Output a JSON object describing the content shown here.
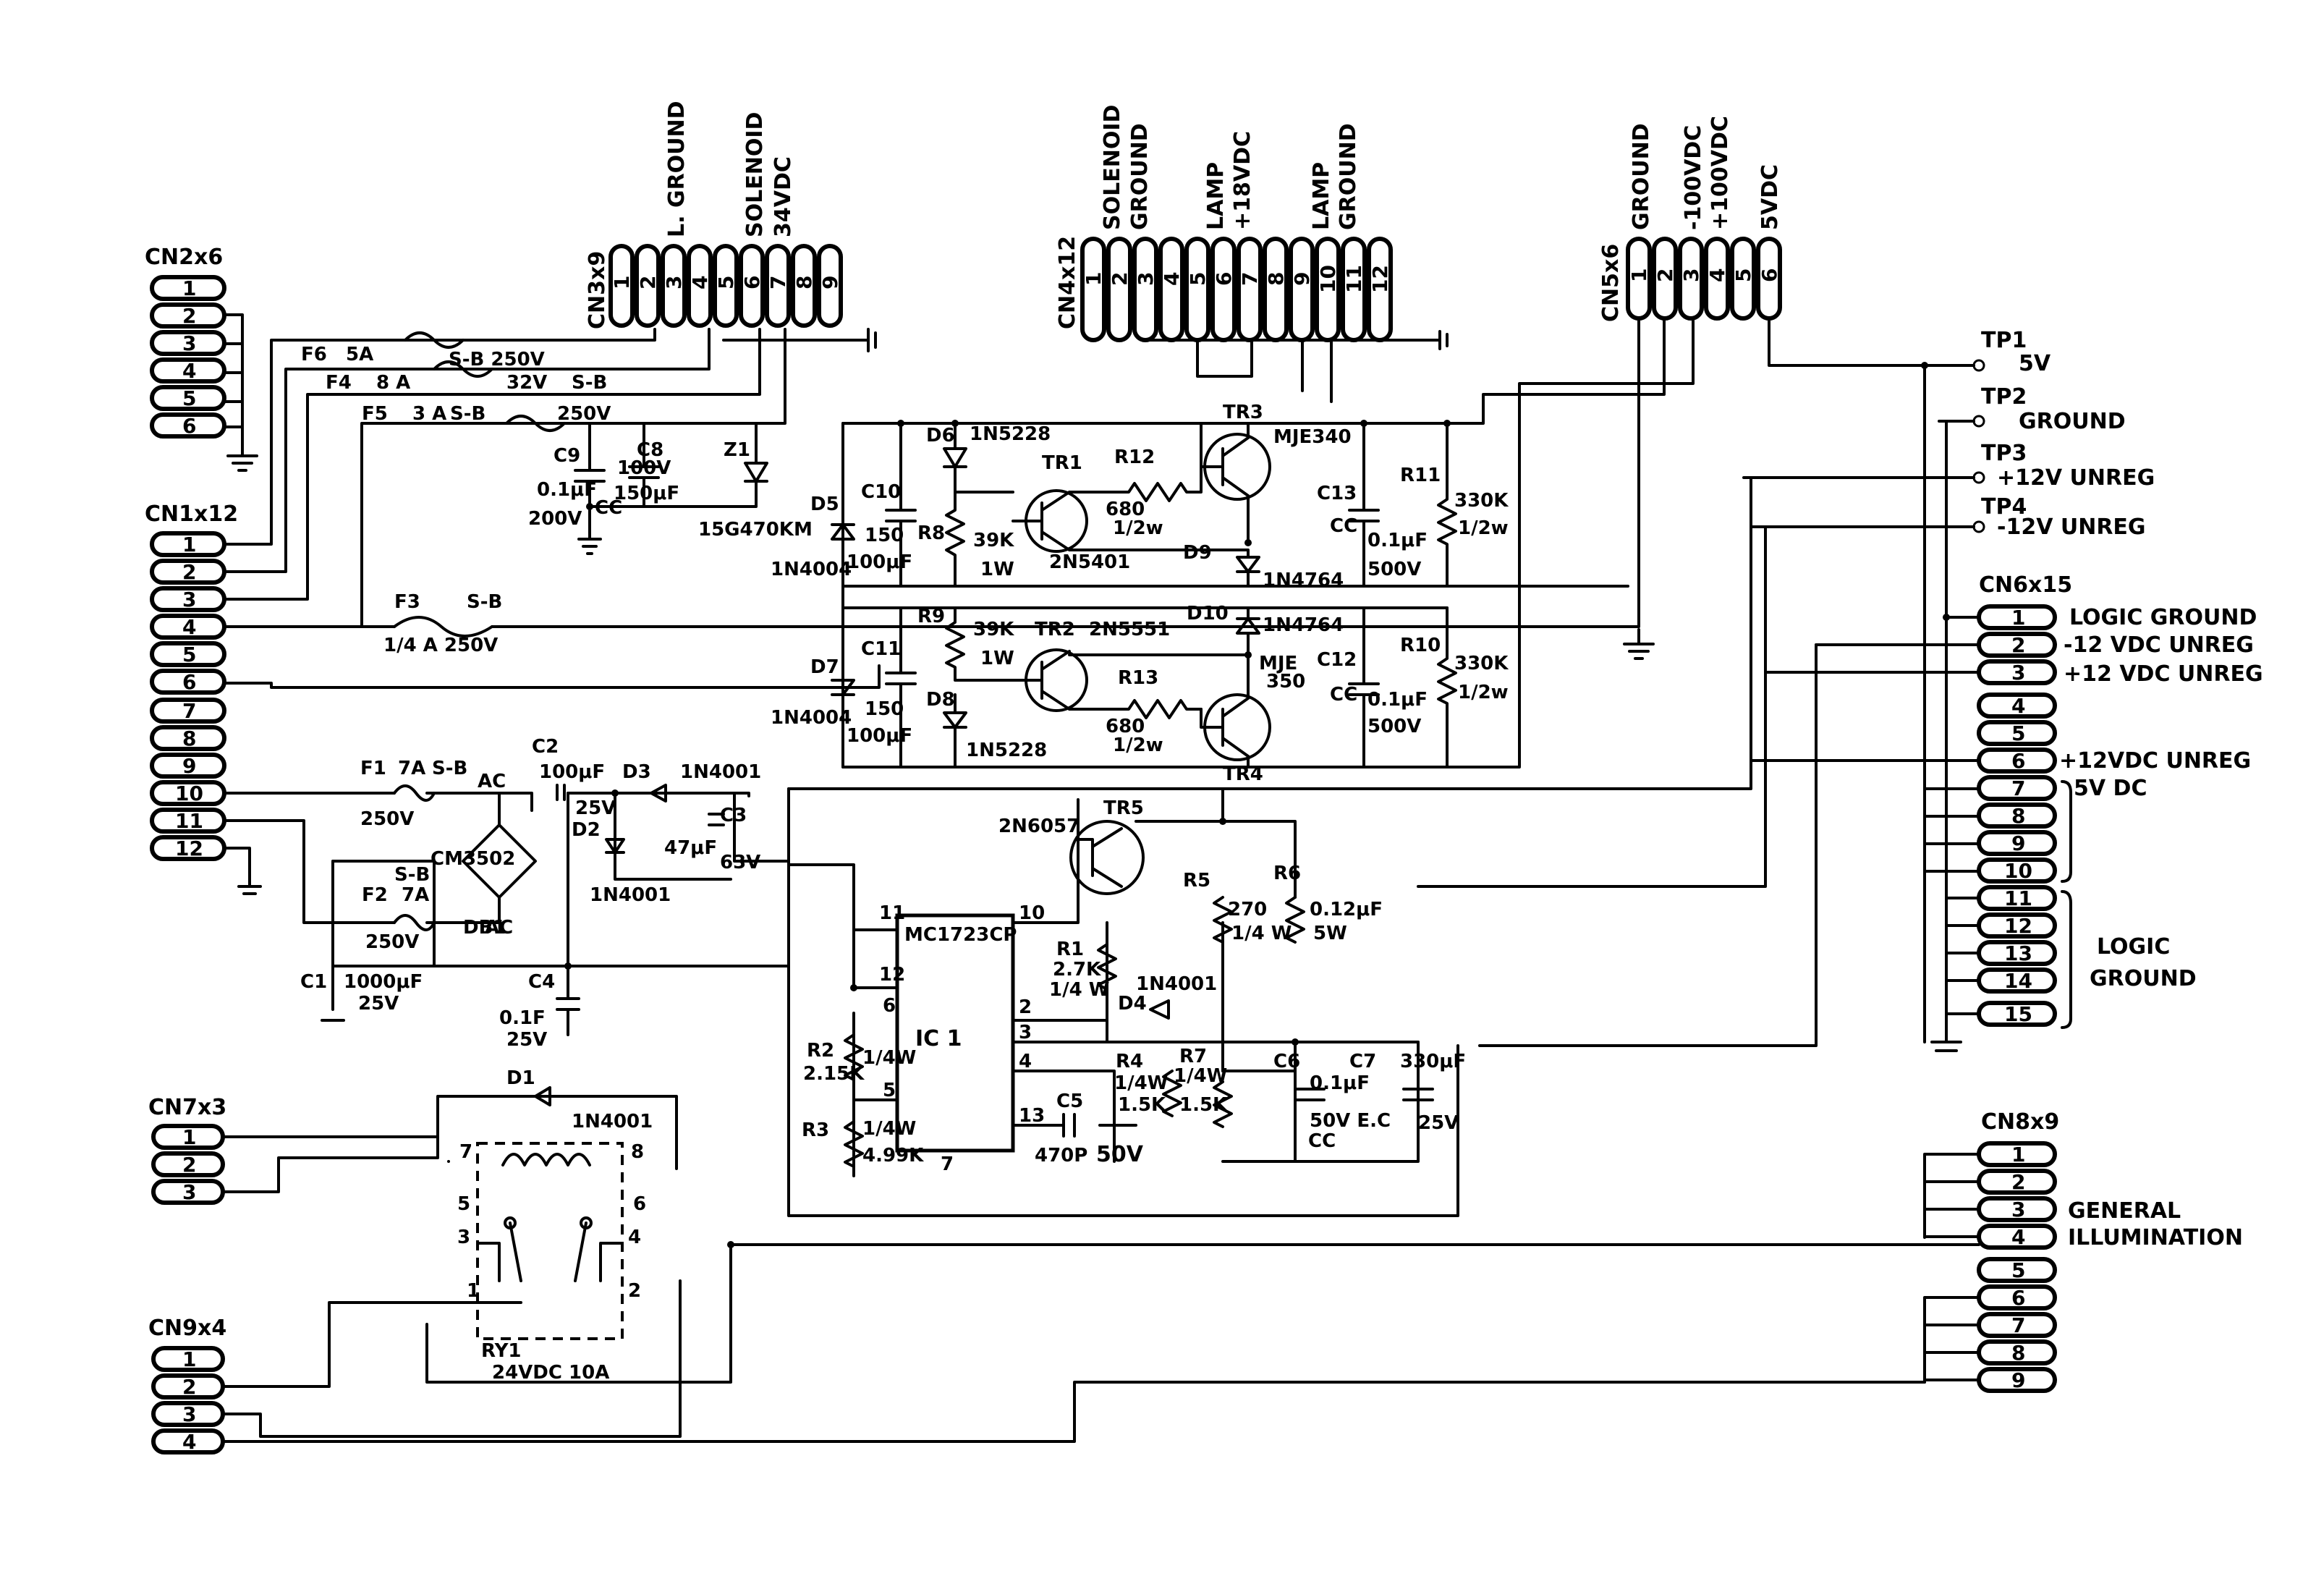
{
  "connectors": {
    "cn2": {
      "name": "CN2x6",
      "pins": [
        "1",
        "2",
        "3",
        "4",
        "5",
        "6"
      ]
    },
    "cn1": {
      "name": "CN1x12",
      "pins": [
        "1",
        "2",
        "3",
        "4",
        "5",
        "6",
        "7",
        "8",
        "9",
        "10",
        "11",
        "12"
      ]
    },
    "cn7": {
      "name": "CN7x3",
      "pins": [
        "1",
        "2",
        "3"
      ]
    },
    "cn9": {
      "name": "CN9x4",
      "pins": [
        "1",
        "2",
        "3",
        "4"
      ]
    },
    "cn3": {
      "name": "CN3x9",
      "pins": [
        "1",
        "2",
        "3",
        "4",
        "5",
        "6",
        "7",
        "8",
        "9"
      ],
      "signals": [
        "L. GROUND",
        "SOLENOID",
        "34VDC"
      ]
    },
    "cn4": {
      "name": "CN4x12",
      "pins": [
        "1",
        "2",
        "3",
        "4",
        "5",
        "6",
        "7",
        "8",
        "9",
        "10",
        "11",
        "12"
      ],
      "signals": [
        "SOLENOID",
        "GROUND",
        "LAMP",
        "+18VDC",
        "LAMP",
        "GROUND"
      ]
    },
    "cn5": {
      "name": "CN5x6",
      "pins": [
        "1",
        "2",
        "3",
        "4",
        "5",
        "6"
      ],
      "signals": [
        "GROUND",
        "-100VDC",
        "+100VDC",
        "5VDC"
      ]
    },
    "cn6": {
      "name": "CN6x15",
      "pins": [
        "1",
        "2",
        "3",
        "4",
        "5",
        "6",
        "7",
        "8",
        "9",
        "10",
        "11",
        "12",
        "13",
        "14",
        "15"
      ],
      "signals": [
        "LOGIC GROUND",
        "-12 VDC UNREG",
        "+12 VDC UNREG",
        "+12VDC UNREG",
        "5V DC",
        "LOGIC",
        "GROUND"
      ]
    },
    "cn8": {
      "name": "CN8x9",
      "pins": [
        "1",
        "2",
        "3",
        "4",
        "5",
        "6",
        "7",
        "8",
        "9"
      ],
      "signals": [
        "GENERAL",
        "ILLUMINATION"
      ]
    }
  },
  "test_points": [
    {
      "name": "TP1",
      "label": "5V"
    },
    {
      "name": "TP2",
      "label": "GROUND"
    },
    {
      "name": "TP3",
      "label": "+12V  UNREG"
    },
    {
      "name": "TP4",
      "label": "-12V  UNREG"
    }
  ],
  "fuses": {
    "f6": [
      "F6",
      "5A",
      "S-B 250V"
    ],
    "f4": [
      "F4",
      "8 A",
      "32V",
      "S-B"
    ],
    "f5": [
      "F5",
      "3 A",
      "S-B",
      "250V"
    ],
    "f3": [
      "F3",
      "S-B",
      "1/4 A  250V"
    ],
    "f1": [
      "F1",
      "7A",
      "S-B",
      "250V"
    ],
    "f2": [
      "S-B",
      "7A",
      "F2",
      "250V"
    ]
  },
  "components": {
    "c9": [
      "C9",
      "0.1μF",
      "200V",
      "CC"
    ],
    "c8": [
      "C8",
      "100V",
      "150μF"
    ],
    "z1": [
      "Z1",
      "15G470KM"
    ],
    "d6": [
      "D6",
      "1N5228"
    ],
    "d5": [
      "D5",
      "1N4004"
    ],
    "c10": [
      "C10",
      "150",
      "100μF"
    ],
    "r8": [
      "R8",
      "39K",
      "1W"
    ],
    "tr1": [
      "TR1",
      "2N5401"
    ],
    "r12": [
      "R12",
      "680",
      "1/2w"
    ],
    "tr3": [
      "TR3",
      "MJE340"
    ],
    "d9": [
      "D9",
      "1N4764"
    ],
    "c13": [
      "C13",
      "CC",
      "0.1μF",
      "500V"
    ],
    "r11": [
      "R11",
      "330K",
      "1/2w"
    ],
    "d10": [
      "D10",
      "1N4764"
    ],
    "r9": [
      "R9",
      "39K",
      "1W"
    ],
    "c11": [
      "C11",
      "150",
      "100μF"
    ],
    "d7": [
      "D7",
      "1N4004"
    ],
    "tr2": [
      "TR2",
      "2N5551"
    ],
    "r13": [
      "R13",
      "680",
      "1/2w"
    ],
    "d8": [
      "D8",
      "1N5228"
    ],
    "tr4": [
      "MJE",
      "350",
      "TR4"
    ],
    "c12": [
      "C12",
      "CC",
      "0.1μF",
      "500V"
    ],
    "r10": [
      "R10",
      "330K",
      "1/2w"
    ],
    "c2": [
      "C2",
      "100μF",
      "25V"
    ],
    "d3": [
      "D3",
      "1N4001"
    ],
    "d2": [
      "D2",
      "1N4001"
    ],
    "c3": [
      "C3",
      "47μF",
      "63V"
    ],
    "db1": [
      "CM3502",
      "DB1",
      "AC",
      "AC"
    ],
    "c1": [
      "C1",
      "1000μF",
      "25V"
    ],
    "c4": [
      "C4",
      "0.1F",
      "25V"
    ],
    "tr5": [
      "2N6057",
      "TR5"
    ],
    "ic1": [
      "MC1723CP",
      "IC 1"
    ],
    "r1": [
      "R1",
      "2.7K",
      "1/4 W"
    ],
    "d4": [
      "D4",
      "1N4001"
    ],
    "r5": [
      "R5",
      "270",
      "1/4 W"
    ],
    "r6": [
      "R6",
      "0.12μF",
      "5W"
    ],
    "r2": [
      "R2",
      "2.15K",
      "1/4W"
    ],
    "r3": [
      "R3",
      "1/4W",
      "4.99K"
    ],
    "c5": [
      "C5",
      "470P",
      "50V"
    ],
    "r4": [
      "R4",
      "1/4W",
      "1.5K"
    ],
    "r7": [
      "R7",
      "1/4W",
      "1.5K"
    ],
    "c6": [
      "C6",
      "0.1μF",
      "50V E.C",
      "CC"
    ],
    "c7": [
      "C7",
      "330μF",
      "25V"
    ],
    "d1": [
      "D1",
      "1N4001"
    ],
    "ry1": [
      "RY1",
      "24VDC 10A"
    ]
  },
  "ic_pins": [
    "11",
    "12",
    "6",
    "5",
    "7",
    "10",
    "2",
    "3",
    "4",
    "13"
  ],
  "relay_pins": [
    "7",
    "8",
    "5",
    "6",
    "3",
    "4",
    "1",
    "2"
  ]
}
